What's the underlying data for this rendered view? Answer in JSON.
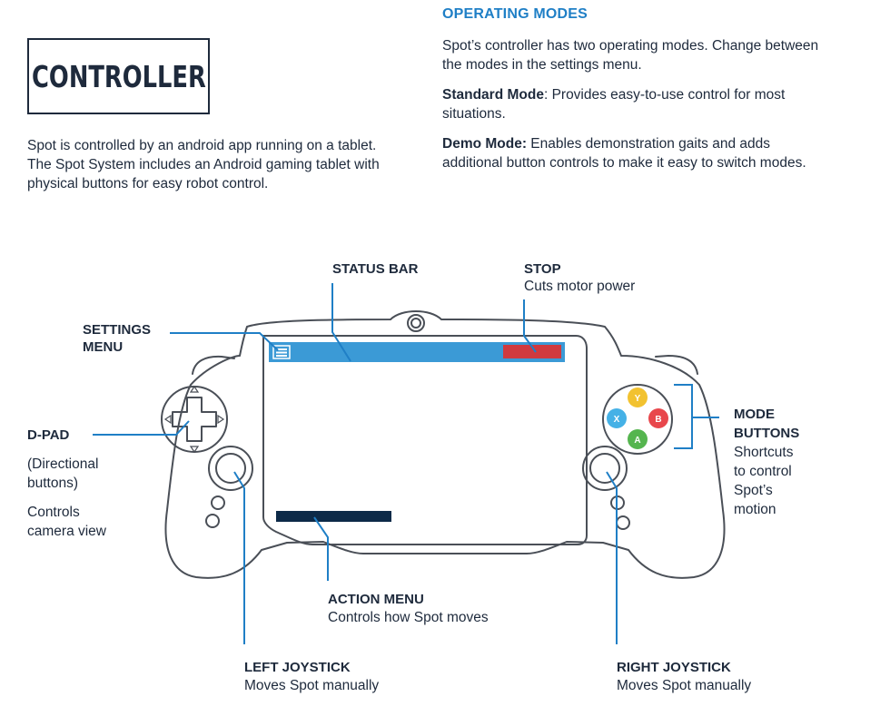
{
  "header": {
    "title": "CONTROLLER",
    "intro": "Spot is controlled by an android app running on a tablet. The Spot System includes an Android gaming tablet with physical buttons for easy robot control."
  },
  "operating_modes": {
    "heading": "OPERATING MODES",
    "intro": "Spot’s controller has two operating modes. Change between the modes in the settings menu.",
    "standard": {
      "name": "Standard Mode",
      "text": ": Provides easy-to-use control for most situations."
    },
    "demo": {
      "name": "Demo Mode:",
      "text": " Enables demonstration gaits and adds additional button controls to make it easy to switch modes."
    }
  },
  "labels": {
    "status_bar": {
      "title": "STATUS BAR"
    },
    "stop": {
      "title": "STOP",
      "desc": "Cuts motor power"
    },
    "settings_menu": {
      "title_1": "SETTINGS",
      "title_2": "MENU"
    },
    "d_pad": {
      "title": "D-PAD",
      "desc_1": "(Directional",
      "desc_2": "buttons)",
      "desc_3": "Controls",
      "desc_4": "camera view"
    },
    "mode_buttons": {
      "title_1": "MODE",
      "title_2": "BUTTONS",
      "desc_1": "Shortcuts",
      "desc_2": "to control",
      "desc_3": "Spot’s",
      "desc_4": "motion"
    },
    "action_menu": {
      "title": "ACTION MENU",
      "desc": "Controls how Spot moves"
    },
    "left_joystick": {
      "title": "LEFT JOYSTICK",
      "desc": "Moves Spot manually"
    },
    "right_joystick": {
      "title": "RIGHT JOYSTICK",
      "desc": "Moves Spot manually"
    }
  },
  "face_buttons": {
    "y": "Y",
    "x": "X",
    "b": "B",
    "a": "A"
  },
  "colors": {
    "navy": "#1e2a3c",
    "blue_accent": "#1f7fc6",
    "status_bar": "#3b9ad6",
    "stop_red": "#d03a3f",
    "action_menu": "#0d2a48",
    "btn_y": "#f2c230",
    "btn_x": "#45b1e6",
    "btn_b": "#e8474c",
    "btn_a": "#55b54f"
  }
}
